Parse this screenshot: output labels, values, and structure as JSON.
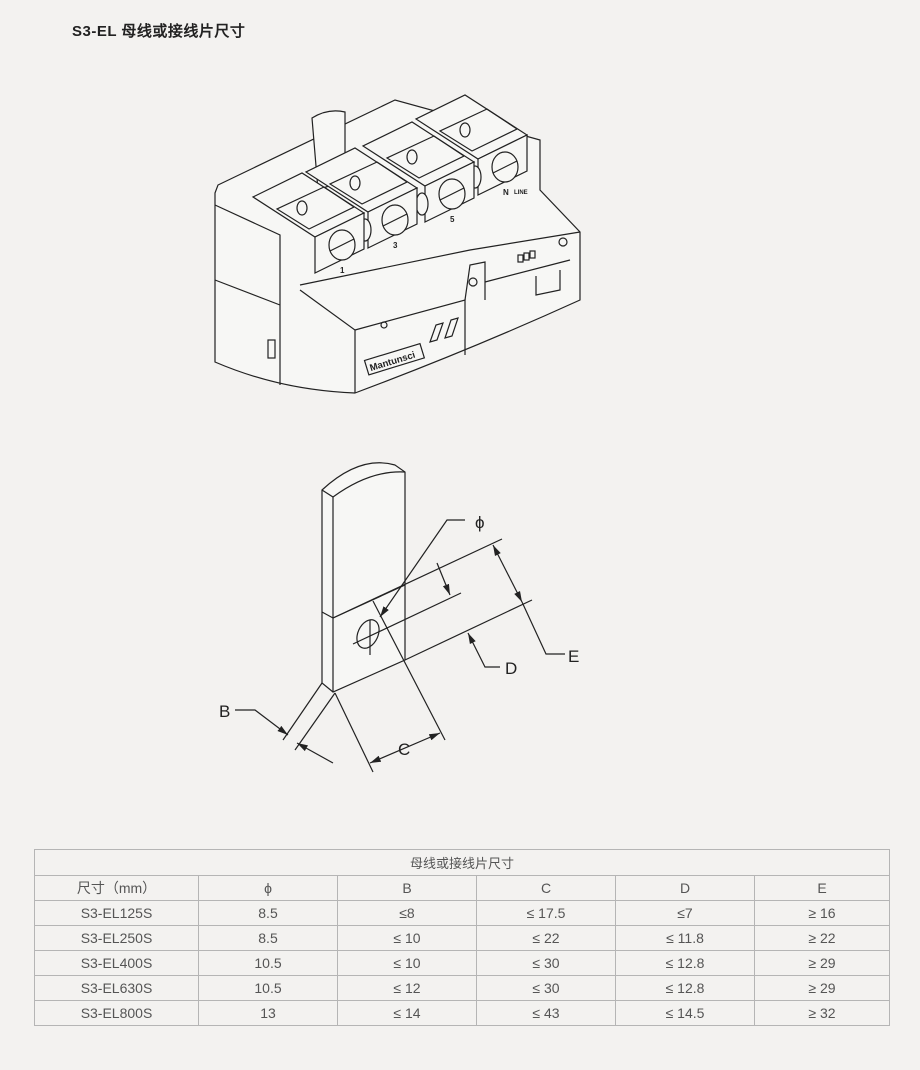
{
  "page_title": "S3-EL 母线或接线片尺寸",
  "breaker": {
    "brand": "Mantunsci",
    "terminals": [
      "1",
      "3",
      "5",
      "N"
    ],
    "line_mark": "LINE"
  },
  "busbar_diagram": {
    "phi": "ϕ",
    "B": "B",
    "C": "C",
    "D": "D",
    "E": "E"
  },
  "table": {
    "caption": "母线或接线片尺寸",
    "headers": [
      "尺寸（mm）",
      "ϕ",
      "B",
      "C",
      "D",
      "E"
    ],
    "rows": [
      [
        "S3-EL125S",
        "8.5",
        "≤8",
        "≤ 17.5",
        "≤7",
        "≥ 16"
      ],
      [
        "S3-EL250S",
        "8.5",
        "≤ 10",
        "≤ 22",
        "≤ 11.8",
        "≥ 22"
      ],
      [
        "S3-EL400S",
        "10.5",
        "≤ 10",
        "≤ 30",
        "≤ 12.8",
        "≥ 29"
      ],
      [
        "S3-EL630S",
        "10.5",
        "≤ 12",
        "≤ 30",
        "≤ 12.8",
        "≥ 29"
      ],
      [
        "S3-EL800S",
        "13",
        "≤ 14",
        "≤ 43",
        "≤ 14.5",
        "≥ 32"
      ]
    ]
  }
}
